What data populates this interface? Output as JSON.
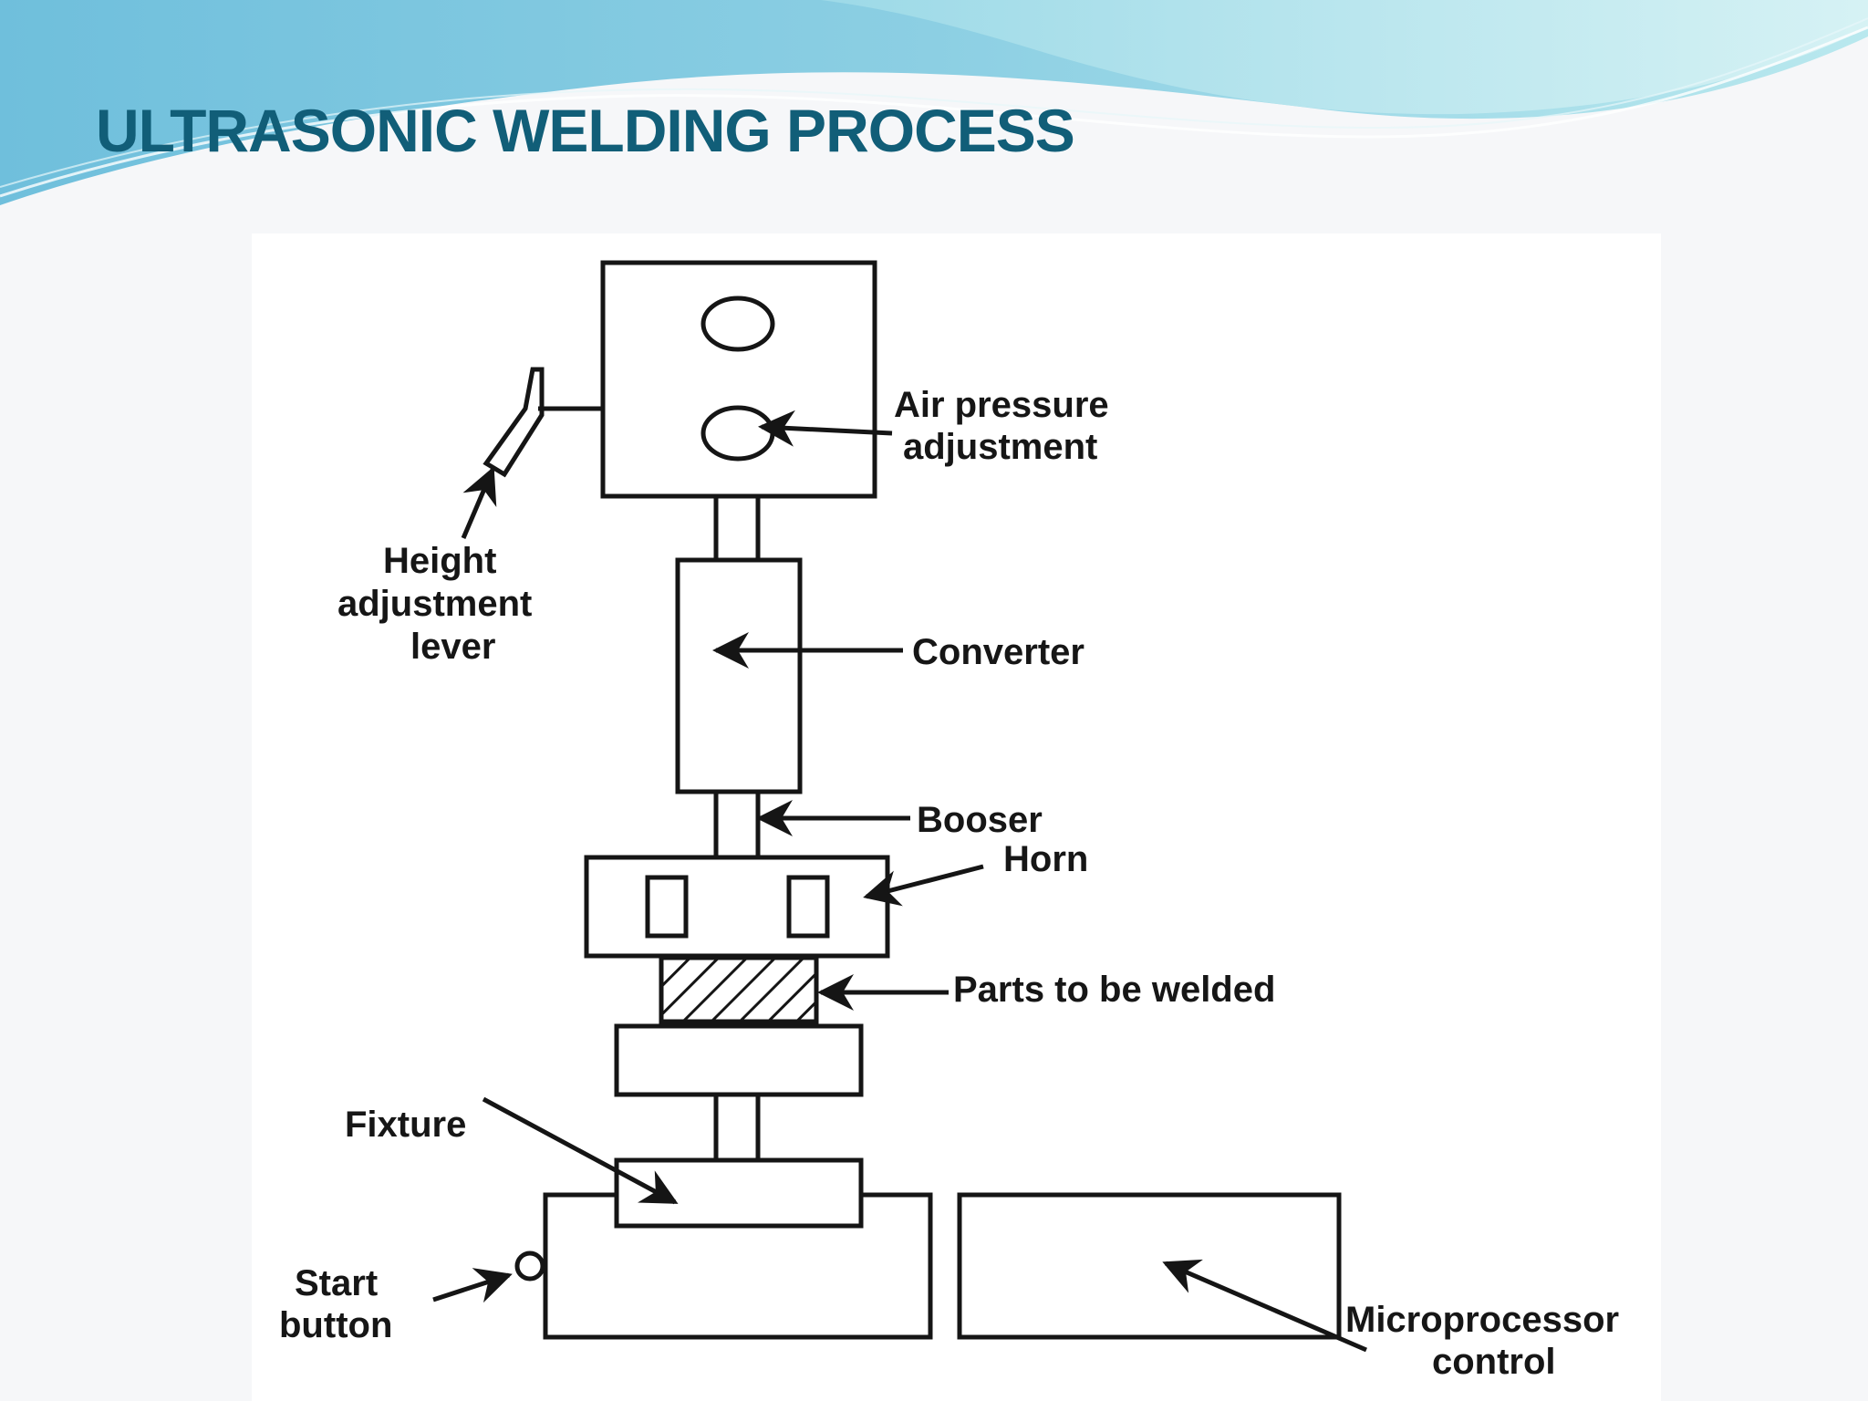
{
  "slide": {
    "title": "ULTRASONIC WELDING PROCESS"
  },
  "diagram": {
    "labels": {
      "air_pressure_line1": "Air pressure",
      "air_pressure_line2": "adjustment",
      "height_line1": "Height",
      "height_line2": "adjustment",
      "height_line3": "lever",
      "converter": "Converter",
      "booster": "Booser",
      "horn": "Horn",
      "parts": "Parts to be welded",
      "fixture": "Fixture",
      "start_line1": "Start",
      "start_line2": "button",
      "micro_line1": "Microprocessor",
      "micro_line2": "control"
    }
  },
  "colors": {
    "title": "#115e78",
    "wave_dark": "#5fb0d2",
    "wave_light": "#a9e0ea",
    "line": "#151515"
  }
}
